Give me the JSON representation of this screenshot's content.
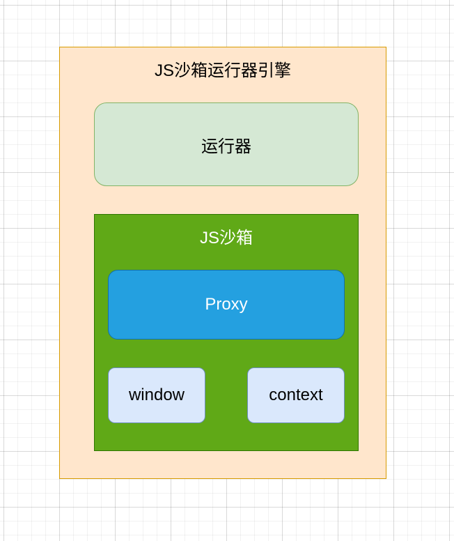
{
  "diagram": {
    "engine": {
      "label": "JS沙箱运行器引擎"
    },
    "runner": {
      "label": "运行器"
    },
    "sandbox": {
      "label": "JS沙箱"
    },
    "proxy": {
      "label": "Proxy"
    },
    "window": {
      "label": "window"
    },
    "context": {
      "label": "context"
    }
  },
  "colors": {
    "engine_fill": "#ffe6cc",
    "engine_stroke": "#d79b00",
    "runner_fill": "#d5e8d4",
    "runner_stroke": "#82b366",
    "sandbox_fill": "#60a917",
    "sandbox_stroke": "#2d7600",
    "proxy_fill": "#24a0e0",
    "proxy_stroke": "#126fa8",
    "leaf_fill": "#dae8fc",
    "leaf_stroke": "#6c8ebf"
  }
}
